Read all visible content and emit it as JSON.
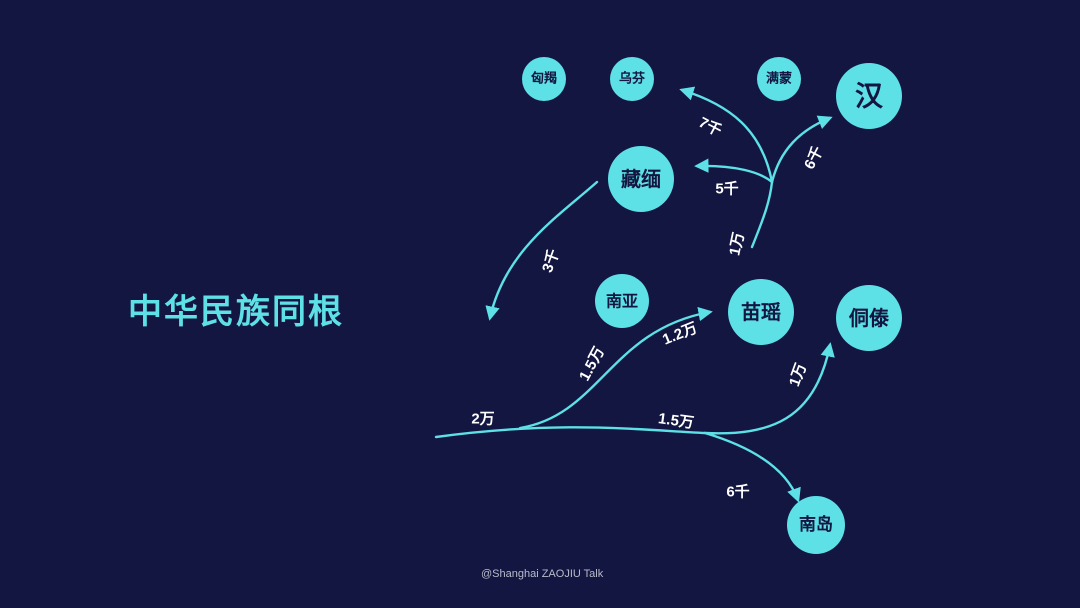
{
  "title": "中华民族同根",
  "credit": "@Shanghai ZAOJIU Talk",
  "colors": {
    "background": "#131640",
    "accent": "#5de0e6",
    "label": "#ffffff",
    "node_text": "#131640"
  },
  "nodes": [
    {
      "id": "xiongnu",
      "label": "匈羯"
    },
    {
      "id": "wuhu",
      "label": "乌芬"
    },
    {
      "id": "manmeng",
      "label": "满蒙"
    },
    {
      "id": "han",
      "label": "汉"
    },
    {
      "id": "zangmian",
      "label": "藏缅"
    },
    {
      "id": "nanya",
      "label": "南亚"
    },
    {
      "id": "miaoyao",
      "label": "苗瑶"
    },
    {
      "id": "tongdai",
      "label": "侗傣"
    },
    {
      "id": "nandao",
      "label": "南岛"
    }
  ],
  "branch_labels": [
    {
      "id": "trunk",
      "text": "2万"
    },
    {
      "id": "to-south-asia",
      "text": "1.5万"
    },
    {
      "id": "to-miaoyao",
      "text": "1.2万"
    },
    {
      "id": "main-east",
      "text": "1.5万"
    },
    {
      "id": "to-tongdai",
      "text": "1万"
    },
    {
      "id": "to-nandao",
      "text": "6千"
    },
    {
      "id": "to-north",
      "text": "1万"
    },
    {
      "id": "to-zangmian",
      "text": "5千"
    },
    {
      "id": "to-wuhu",
      "text": "7千"
    },
    {
      "id": "to-han",
      "text": "6千"
    },
    {
      "id": "zangmian-west",
      "text": "3千"
    }
  ]
}
